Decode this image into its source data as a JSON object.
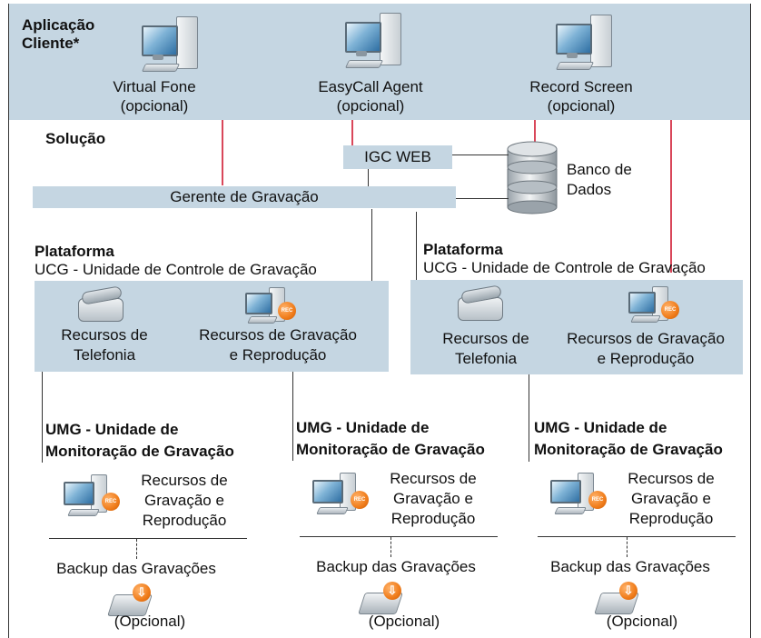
{
  "client": {
    "title": "Aplicação\nCliente*",
    "apps": [
      {
        "name": "Virtual Fone",
        "note": "(opcional)"
      },
      {
        "name": "EasyCall Agent",
        "note": "(opcional)"
      },
      {
        "name": "Record Screen",
        "note": "(opcional)"
      }
    ]
  },
  "solution": {
    "title": "Solução",
    "igc": "IGC WEB",
    "manager": "Gerente de Gravação",
    "database": "Banco de\nDados"
  },
  "platforms": [
    {
      "title": "Plataforma",
      "subtitle": "UCG - Unidade de Controle de Gravação",
      "telephony": "Recursos de\nTelefonia",
      "recording": "Recursos de Gravação\ne Reprodução"
    },
    {
      "title": "Plataforma",
      "subtitle": "UCG - Unidade de Controle de Gravação",
      "telephony": "Recursos de\nTelefonia",
      "recording": "Recursos de Gravação\ne Reprodução"
    }
  ],
  "umg": [
    {
      "title": "UMG - Unidade de\nMonitoração de Gravação",
      "resources": "Recursos de\nGravação e\nReprodução",
      "backup": "Backup das Gravações",
      "optional": "(Opcional)"
    },
    {
      "title": "UMG - Unidade de\nMonitoração de Gravação",
      "resources": "Recursos de\nGravação e\nReprodução",
      "backup": "Backup das Gravações",
      "optional": "(Opcional)"
    },
    {
      "title": "UMG - Unidade de\nMonitoração de Gravação",
      "resources": "Recursos de\nGravação e\nReprodução",
      "backup": "Backup das Gravações",
      "optional": "(Opcional)"
    }
  ],
  "colors": {
    "band": "#c5d6e2",
    "red_line": "#d9475a",
    "dark_line": "#333333"
  },
  "icons": [
    "computer-icon",
    "database-icon",
    "telephone-icon",
    "recording-computer-icon",
    "backup-disk-icon"
  ]
}
